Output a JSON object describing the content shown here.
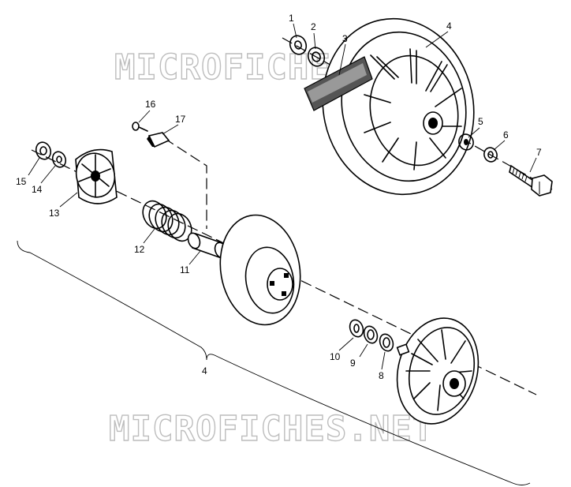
{
  "watermarks": [
    "MICROFICHES.NET",
    "MICROFICHES.NET"
  ],
  "callouts": [
    {
      "id": "c1",
      "label": "1"
    },
    {
      "id": "c2",
      "label": "2"
    },
    {
      "id": "c3",
      "label": "3"
    },
    {
      "id": "c4a",
      "label": "4"
    },
    {
      "id": "c5",
      "label": "5"
    },
    {
      "id": "c6",
      "label": "6"
    },
    {
      "id": "c7",
      "label": "7"
    },
    {
      "id": "c8",
      "label": "8"
    },
    {
      "id": "c9",
      "label": "9"
    },
    {
      "id": "c10",
      "label": "10"
    },
    {
      "id": "c11",
      "label": "11"
    },
    {
      "id": "c12",
      "label": "12"
    },
    {
      "id": "c13",
      "label": "13"
    },
    {
      "id": "c14",
      "label": "14"
    },
    {
      "id": "c15",
      "label": "15"
    },
    {
      "id": "c16",
      "label": "16"
    },
    {
      "id": "c17",
      "label": "17"
    },
    {
      "id": "c4b",
      "label": "4"
    }
  ]
}
